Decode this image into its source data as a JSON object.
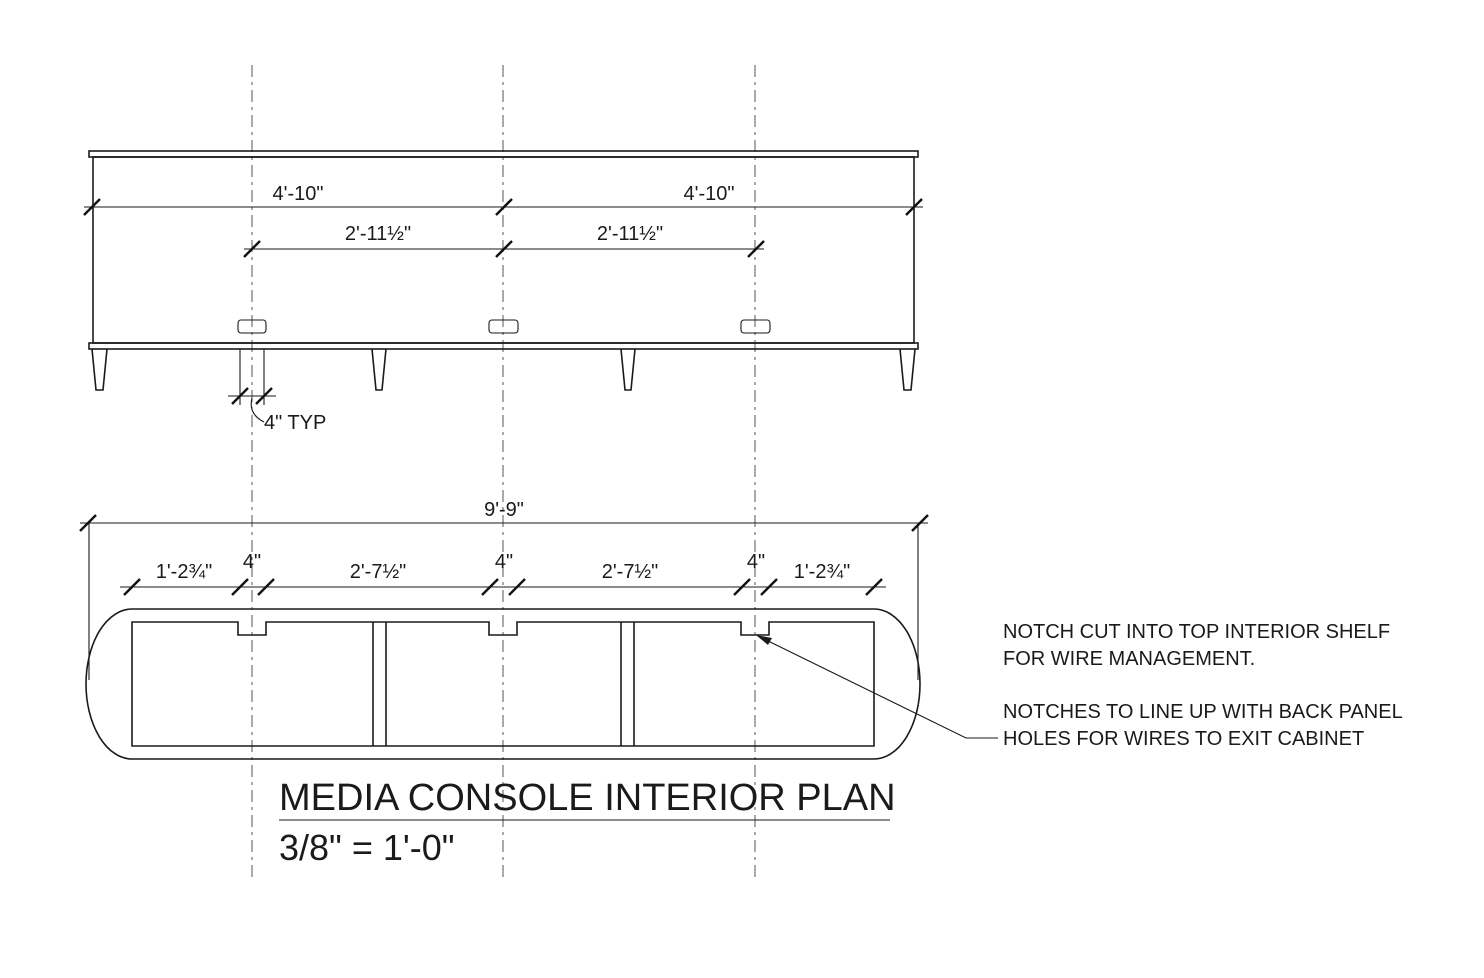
{
  "elevation": {
    "dims": {
      "half_left": "4'-10\"",
      "half_right": "4'-10\"",
      "bay_left": "2'-11½\"",
      "bay_right": "2'-11½\"",
      "hole_width": "4\" TYP"
    }
  },
  "plan": {
    "dims": {
      "overall": "9'-9\"",
      "end_left": "1'-2¾\"",
      "notch_left": "4\"",
      "bay_left": "2'-7½\"",
      "notch_center": "4\"",
      "bay_right": "2'-7½\"",
      "notch_right": "4\"",
      "end_right": "1'-2¾\""
    }
  },
  "notes": {
    "notch_line1": "NOTCH CUT INTO TOP INTERIOR SHELF",
    "notch_line2": "FOR WIRE MANAGEMENT.",
    "align_line1": "NOTCHES TO LINE UP WITH BACK PANEL",
    "align_line2": "HOLES FOR WIRES TO EXIT CABINET"
  },
  "title": {
    "name": "MEDIA CONSOLE INTERIOR PLAN",
    "scale": "3/8\" = 1'-0\""
  }
}
